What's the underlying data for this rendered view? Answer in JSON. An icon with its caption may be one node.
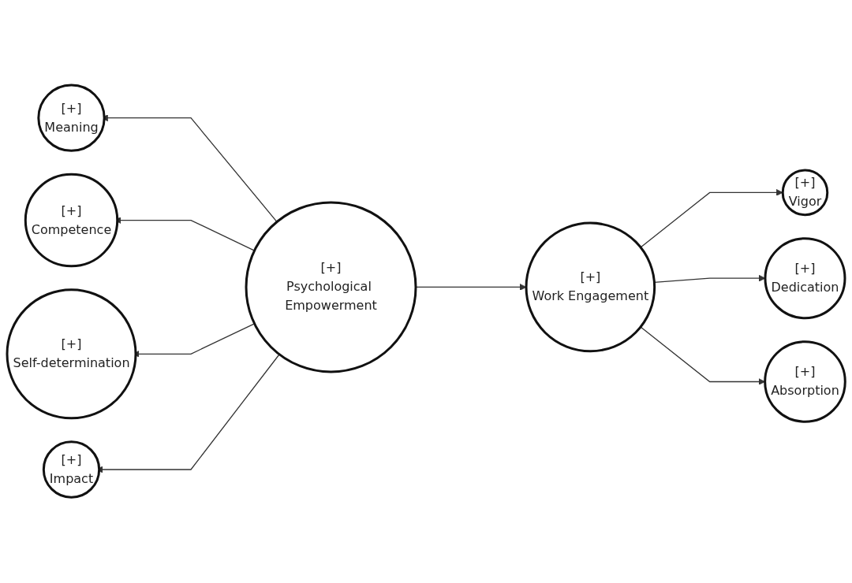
{
  "diagram": {
    "nodes": [
      {
        "text": [
          "[+]",
          "Meaning"
        ]
      },
      {
        "text": [
          "[+]",
          "Competence"
        ]
      },
      {
        "text": [
          "[+]",
          "Self-determination"
        ]
      },
      {
        "text": [
          "[+]",
          "Impact"
        ]
      },
      {
        "text": [
          "[+]",
          "Psychological Empowerment"
        ]
      },
      {
        "text": [
          "[+]",
          "Work Engagement"
        ]
      },
      {
        "text": [
          "[+]",
          "Vigor"
        ]
      },
      {
        "text": [
          "[+]",
          "Dedication"
        ]
      },
      {
        "text": [
          "[+]",
          "Absorption"
        ]
      }
    ],
    "edges": [
      {
        "from": 4,
        "to": 0,
        "arrow": "to"
      },
      {
        "from": 4,
        "to": 1,
        "arrow": "to"
      },
      {
        "from": 4,
        "to": 2,
        "arrow": "to"
      },
      {
        "from": 4,
        "to": 3,
        "arrow": "to"
      },
      {
        "from": 4,
        "to": 5,
        "arrow": "to"
      },
      {
        "from": 5,
        "to": 6,
        "arrow": "to"
      },
      {
        "from": 5,
        "to": 7,
        "arrow": "to"
      },
      {
        "from": 5,
        "to": 8,
        "arrow": "to"
      }
    ]
  }
}
